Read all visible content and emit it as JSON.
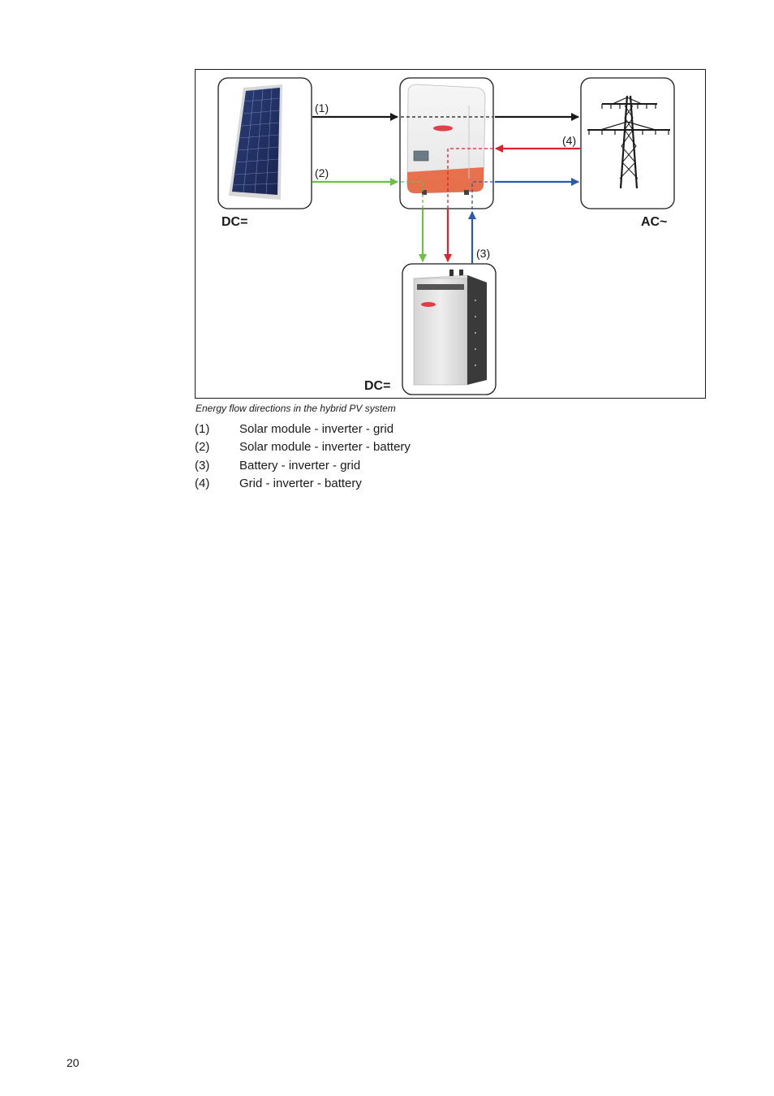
{
  "figure": {
    "arrow_labels": [
      "(1)",
      "(2)",
      "(3)",
      "(4)"
    ],
    "labels": {
      "panel": "DC=",
      "grid": "AC~",
      "battery": "DC="
    },
    "colors": {
      "path_1": "#1a1a1a",
      "path_2": "#6cc04a",
      "path_3": "#2a5aa8",
      "path_4": "#e0202e",
      "inverter_accent": "#e8643c"
    },
    "icons": [
      "solar-panel-icon",
      "inverter-icon",
      "power-pylon-icon",
      "battery-storage-icon"
    ]
  },
  "caption": "Energy flow directions in the hybrid PV system",
  "legend": [
    {
      "num": "(1)",
      "text": "Solar module - inverter - grid"
    },
    {
      "num": "(2)",
      "text": "Solar module - inverter - battery"
    },
    {
      "num": "(3)",
      "text": "Battery - inverter - grid"
    },
    {
      "num": "(4)",
      "text": "Grid - inverter - battery"
    }
  ],
  "page_number": "20"
}
